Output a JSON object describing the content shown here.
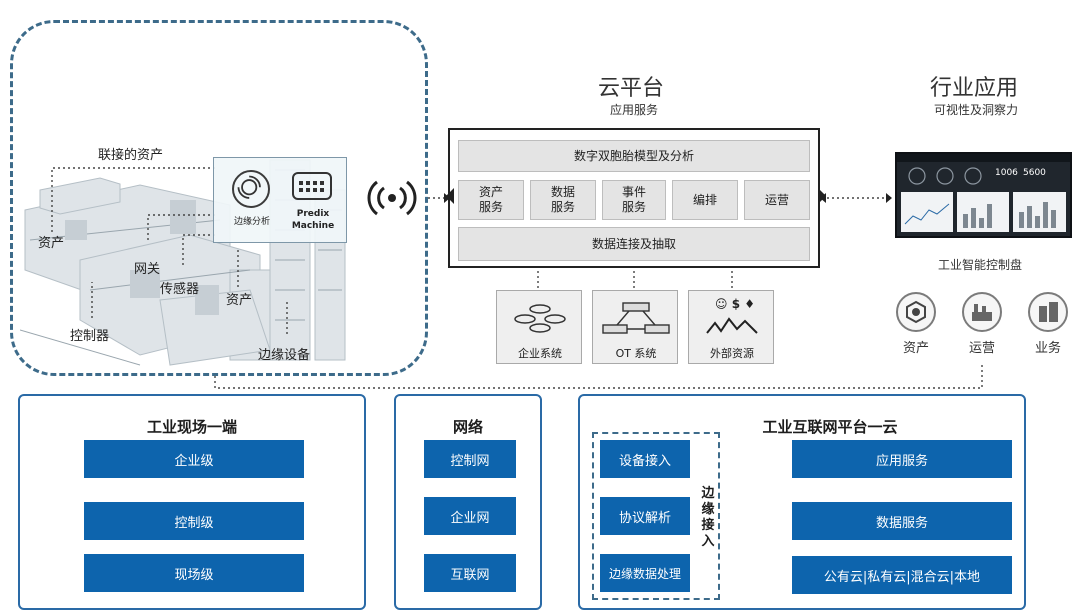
{
  "site": {
    "connected_assets": "联接的资产",
    "asset_left": "资产",
    "gateway": "网关",
    "sensor": "传感器",
    "asset_center": "资产",
    "controller": "控制器",
    "edge_device": "边缘设备",
    "edge_analysis": "边缘分析",
    "predix_machine_1": "Predix",
    "predix_machine_2": "Machine"
  },
  "cloud": {
    "title": "云平台",
    "subtitle": "应用服务",
    "digital_twin": "数字双胞胎模型及分析",
    "asset_service": "资产\n服务",
    "data_service": "数据\n服务",
    "event_service": "事件\n服务",
    "orchestration": "编排",
    "operations": "运营",
    "data_connect": "数据连接及抽取",
    "sources": [
      {
        "label": "企业系统",
        "icon": "database-icon"
      },
      {
        "label": "OT 系统",
        "icon": "network-switch-icon"
      },
      {
        "label": "外部资源",
        "icon": "external-resources-icon",
        "symbols": "$"
      }
    ]
  },
  "industry": {
    "title": "行业应用",
    "subtitle": "可视性及洞察力",
    "dashboard_label": "工业智能控制盘",
    "dashboard_values": [
      "1006",
      "5600"
    ],
    "apps": [
      {
        "label": "资产",
        "icon": "asset-icon"
      },
      {
        "label": "运营",
        "icon": "factory-icon"
      },
      {
        "label": "业务",
        "icon": "buildings-icon"
      }
    ]
  },
  "bottom": {
    "field": {
      "title": "工业现场一端",
      "items": [
        "企业级",
        "控制级",
        "现场级"
      ]
    },
    "network": {
      "title": "网络",
      "items": [
        "控制网",
        "企业网",
        "互联网"
      ]
    },
    "platform": {
      "title": "工业互联网平台一云",
      "edge_items": [
        "设备接入",
        "协议解析",
        "边缘数据处理"
      ],
      "edge_label": "边缘接入",
      "cloud_items": [
        "应用服务",
        "数据服务",
        "公有云|私有云|混合云|本地"
      ]
    }
  },
  "colors": {
    "accent_blue": "#0d64ad",
    "panel_border": "#2a6aa6",
    "site_border": "#3d6b8a"
  }
}
